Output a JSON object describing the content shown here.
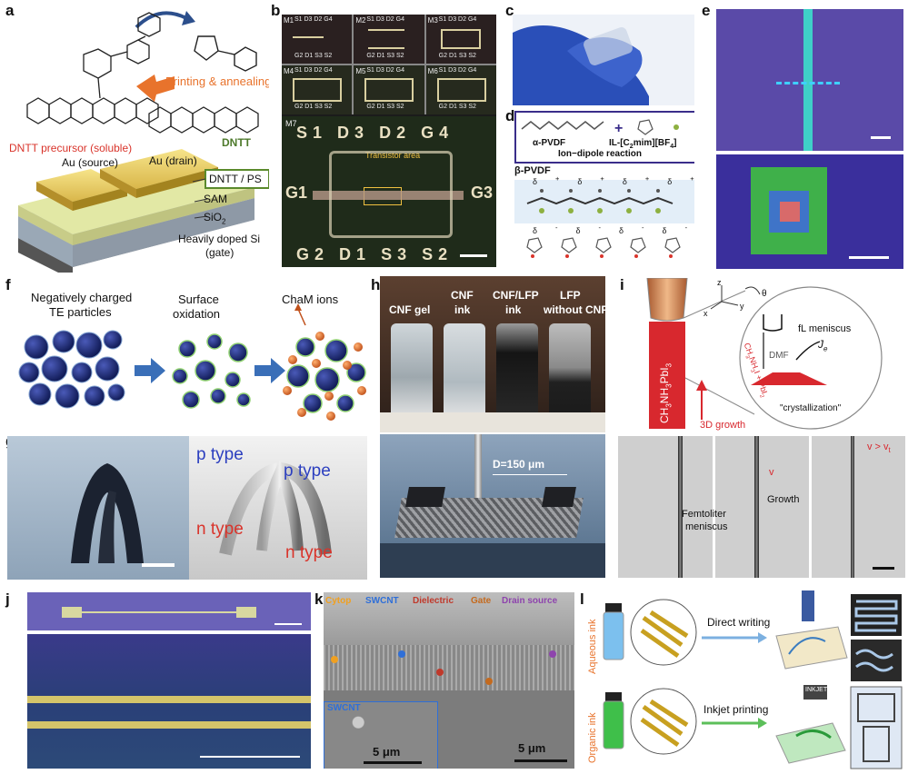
{
  "panel_labels": {
    "a": "a",
    "b": "b",
    "c": "c",
    "d": "d",
    "e": "e",
    "f": "f",
    "g": "g",
    "h": "h",
    "i": "i",
    "j": "j",
    "k": "k",
    "l": "l"
  },
  "panel_a": {
    "printing": "Printing & annealing",
    "precursor": "DNTT precursor (soluble)",
    "dntt": "DNTT",
    "au_source": "Au (source)",
    "au_drain": "Au (drain)",
    "dntt_ps": "DNTT / PS",
    "sam": "SAM",
    "sio2": "SiO",
    "sio2_sub": "2",
    "si": "Heavily doped Si",
    "gate": "(gate)"
  },
  "panel_b": {
    "m1": "M1",
    "m2": "M2",
    "m3": "M3",
    "m4": "M4",
    "m5": "M5",
    "m6": "M6",
    "m7": "M7",
    "top_small": "S1 D3 D2 G4",
    "bottom_small": "G2 D1 S3 S2",
    "g1": "G1",
    "g3": "G3",
    "s1": "S1",
    "d3": "D3",
    "d2": "D2",
    "g4": "G4",
    "g2": "G2",
    "d1": "D1",
    "s3": "S3",
    "s2": "S2",
    "transistor_area": "Transistor area"
  },
  "panel_d": {
    "a_pvdf": "α-PVDF",
    "il": "IL-[C",
    "il_sub": "2",
    "il_end": "mim][BF",
    "il_sub2": "4",
    "reaction": "Ion−dipole reaction",
    "b_pvdf": "β-PVDF",
    "delta_plus": "δ",
    "delta_minus": "δ"
  },
  "panel_f": {
    "neg": "Negatively charged",
    "te": "TE particles",
    "surface": "Surface",
    "oxidation": "oxidation",
    "cham": "ChaM ions"
  },
  "panel_g": {
    "p_type": "p type",
    "n_type": "n type"
  },
  "panel_h": {
    "cnf_gel": "CNF gel",
    "cnf_ink_1": "CNF",
    "cnf_ink_2": "ink",
    "cnf_lfp_1": "CNF/LFP",
    "cnf_lfp_2": "ink",
    "lfp_1": "LFP",
    "lfp_2": "without CNF",
    "diameter": "D=150 μm"
  },
  "panel_i": {
    "material": "CH",
    "growth3d": "3D growth",
    "fl_meniscus": "fL meniscus",
    "dmf": "DMF",
    "je": "J",
    "je_sub": "e",
    "reactants": "CH",
    "crystallization": "\"crystallization\"",
    "z": "z",
    "x": "x",
    "y": "y",
    "theta": "θ",
    "femto_1": "Femtoliter",
    "femto_2": "meniscus",
    "growth": "Growth",
    "v": "v",
    "v_cond": "v > v"
  },
  "panel_k": {
    "cytop": "Cytop",
    "swcnt": "SWCNT",
    "dielectric": "Dielectric",
    "gate": "Gate",
    "drain_source": "Drain source",
    "inset": "SWCNT",
    "scale_inset": "5 μm",
    "scale_main": "5 μm"
  },
  "panel_l": {
    "aqueous": "Aqueous ink",
    "organic": "Organic ink",
    "direct": "Direct writing",
    "inkjet": "Inkjet printing",
    "inkjet_label": "INKJET"
  },
  "colors": {
    "blue_dark": "#1a2a6c",
    "orange": "#e8732c",
    "green_dntt": "#4e7a2c",
    "red": "#d9342b",
    "k_cytop": "#f0a020",
    "k_swcnt": "#2f6fd8",
    "k_dielectric": "#c0392b",
    "k_gate": "#c46a1e",
    "k_drain": "#8e44ad"
  }
}
